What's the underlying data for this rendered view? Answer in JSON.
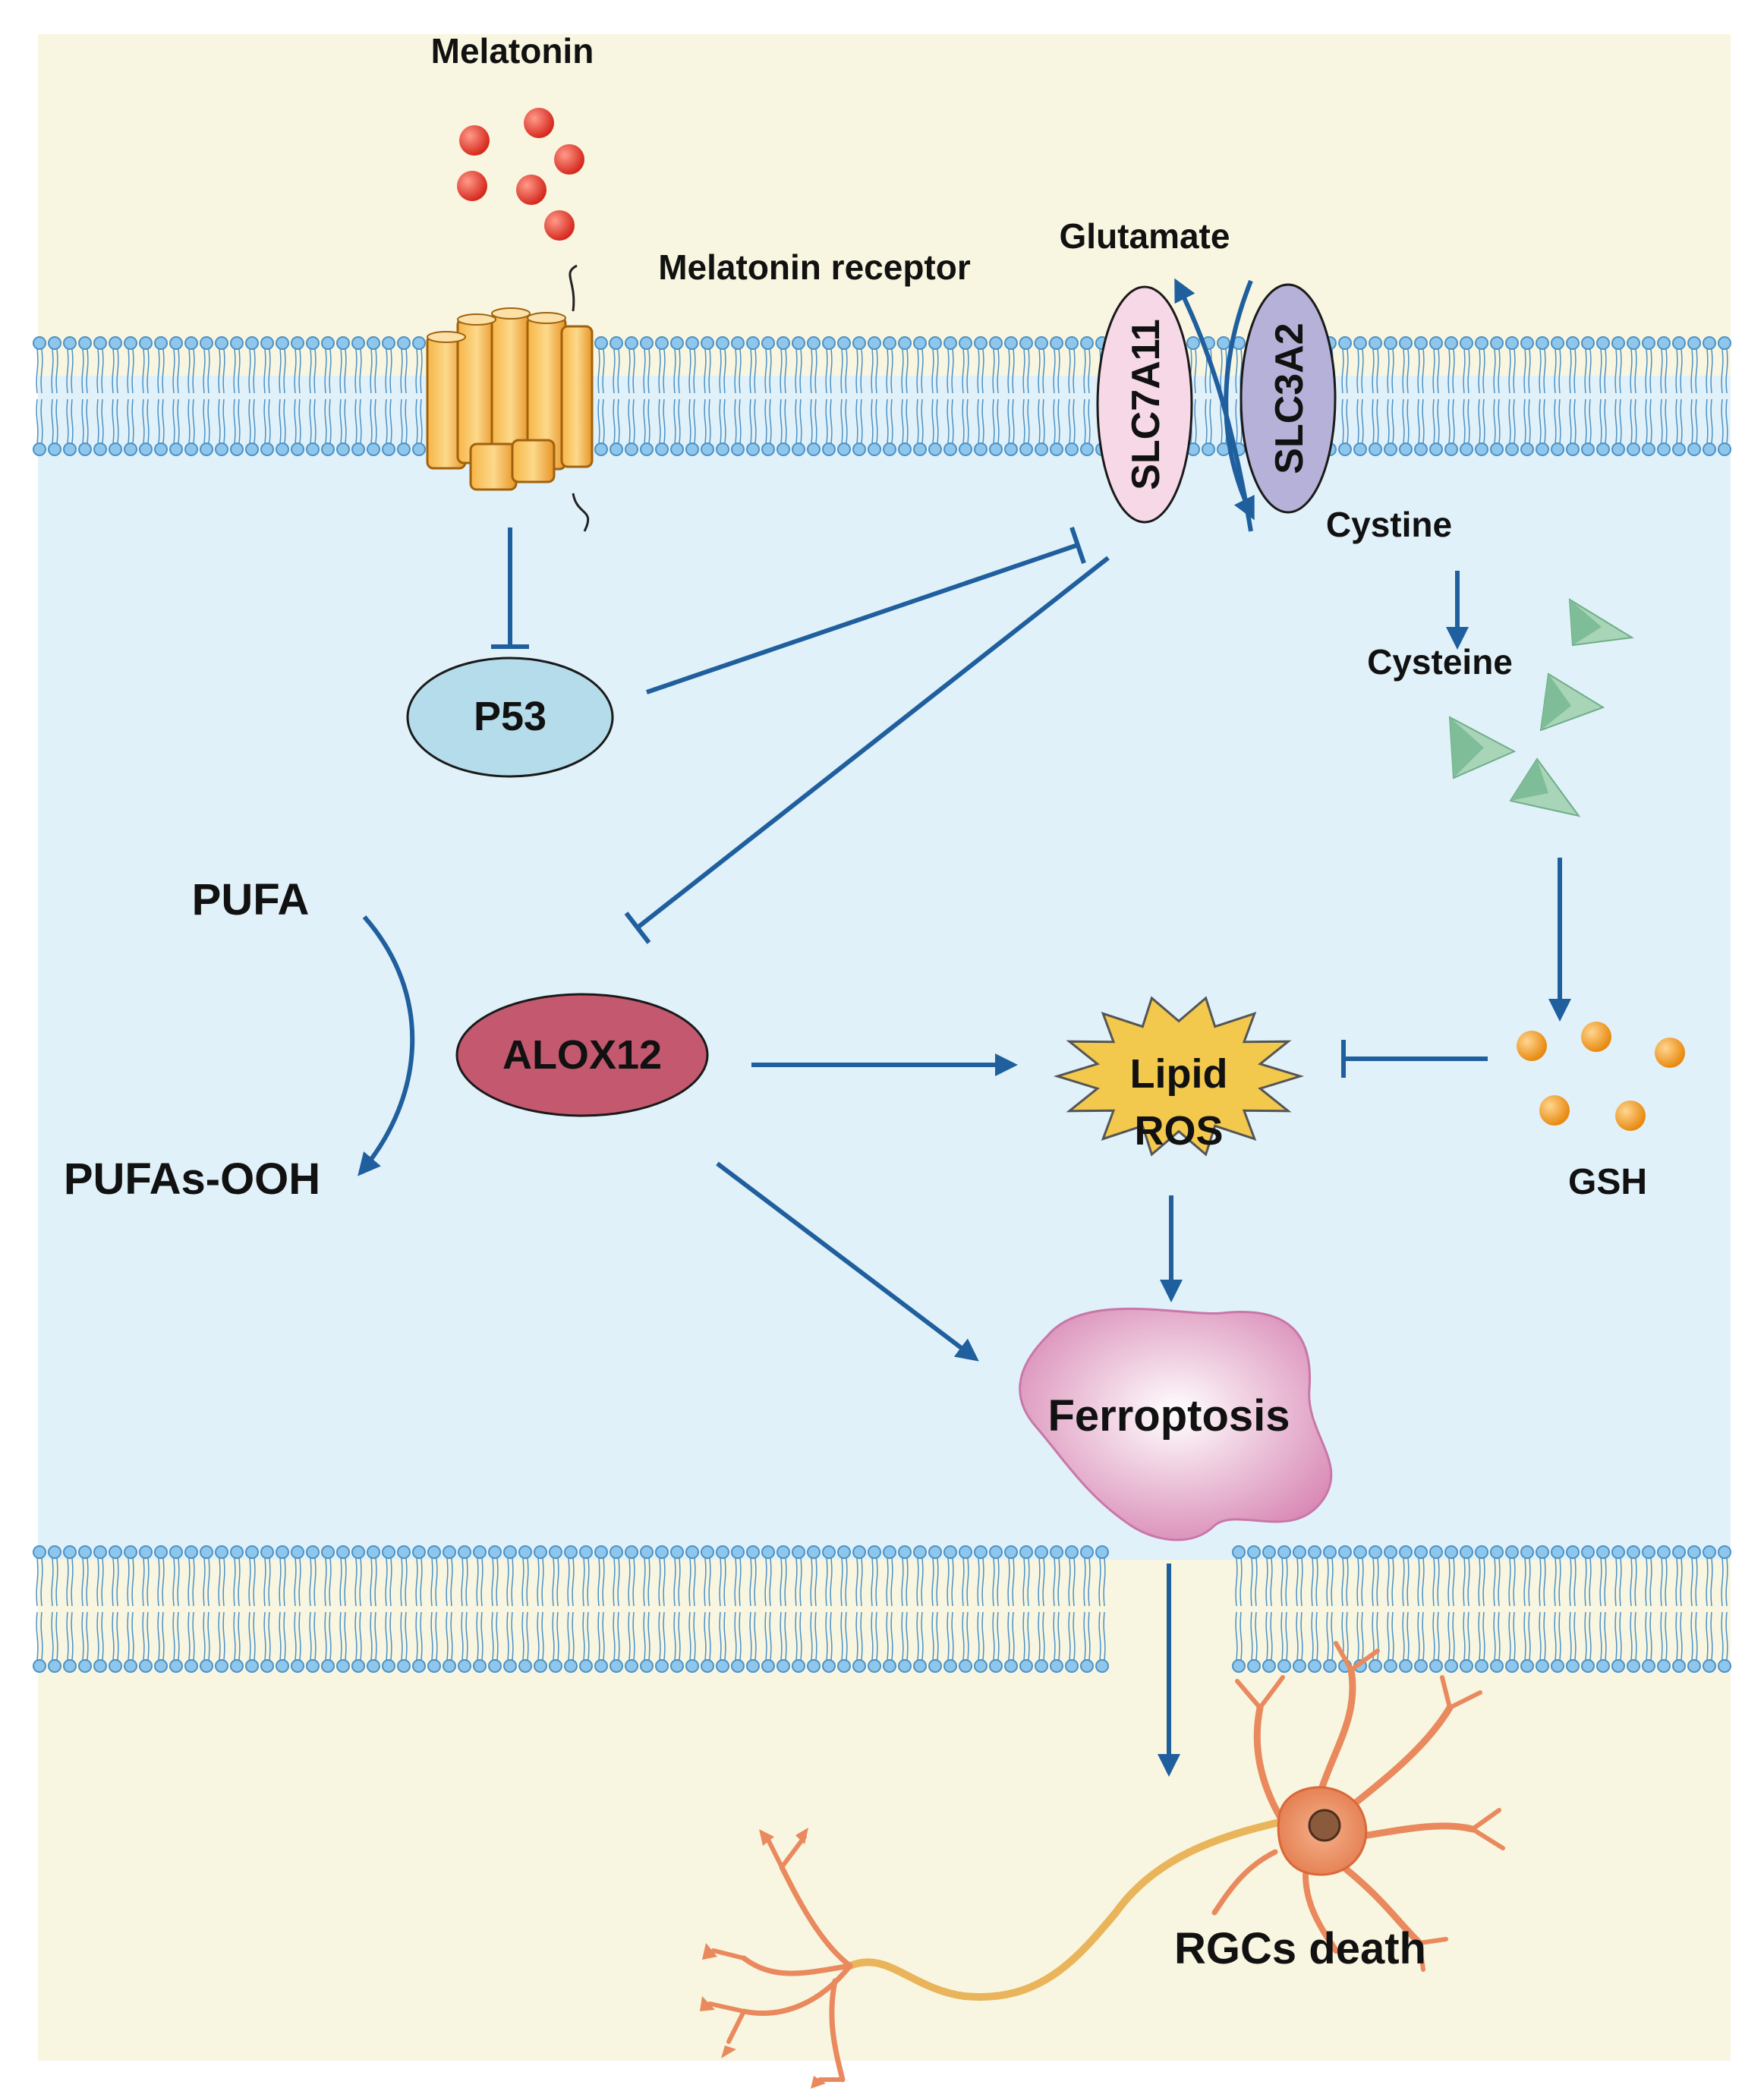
{
  "labels": {
    "melatonin": "Melatonin",
    "melatonin_receptor": "Melatonin receptor",
    "glutamate": "Glutamate",
    "slc7a11": "SLC7A11",
    "slc3a2": "SLC3A2",
    "cystine": "Cystine",
    "cysteine": "Cysteine",
    "p53": "P53",
    "pufa": "PUFA",
    "pufas_ooh": "PUFAs-OOH",
    "alox12": "ALOX12",
    "lipid_ros_line1": "Lipid",
    "lipid_ros_line2": "ROS",
    "gsh": "GSH",
    "ferroptosis": "Ferroptosis",
    "rgcs_death": "RGCs death"
  },
  "colors": {
    "extracellular": "#f8f6e0",
    "cytoplasm": "#e1f1f9",
    "membrane_head": "#8fc6ec",
    "arrow": "#1f5f9e",
    "melatonin_dot": "#e23a2e",
    "receptor": "#f4a830",
    "slc7a11": "#f6d8e6",
    "slc3a2": "#b6b1d8",
    "p53": "#b5dcea",
    "alox12": "#c4586f",
    "lipid_ros": "#f2c94c",
    "gsh_dot": "#f39c1f",
    "cysteine_shape": "#8cc4a2",
    "ferroptosis": "#d88fb7",
    "neuron": "#e9895d"
  }
}
